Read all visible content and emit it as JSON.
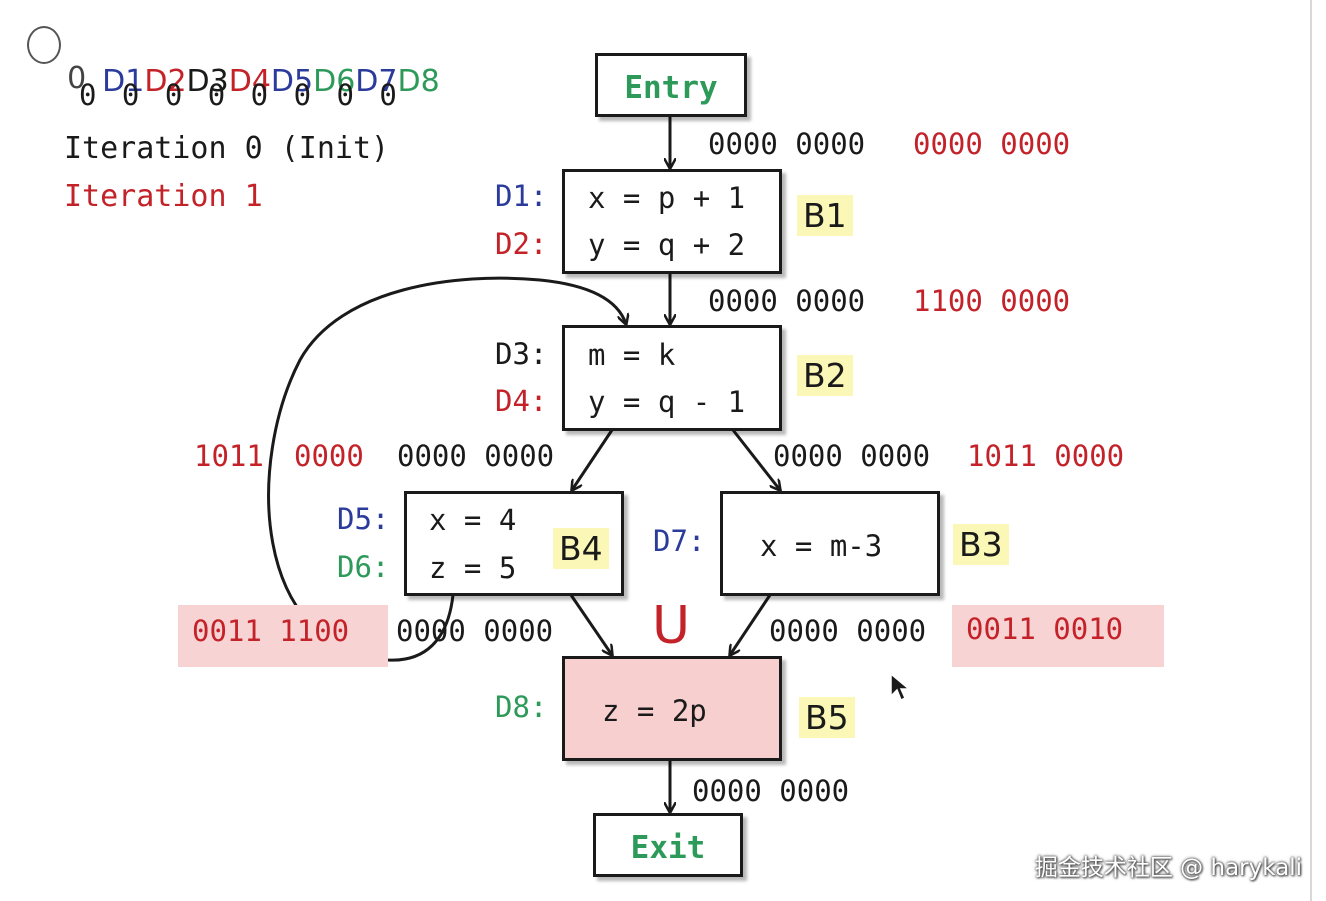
{
  "legend": {
    "circled_zero": "0",
    "defs": [
      {
        "text": "D1",
        "color": "#2b3b9c"
      },
      {
        "text": "D2",
        "color": "#c42229"
      },
      {
        "text": "D3",
        "color": "#1a1a1a"
      },
      {
        "text": "D4",
        "color": "#c42229"
      },
      {
        "text": "D5",
        "color": "#2b3b9c"
      },
      {
        "text": "D6",
        "color": "#2d9a5a"
      },
      {
        "text": "D7",
        "color": "#2b3b9c"
      },
      {
        "text": "D8",
        "color": "#2d9a5a"
      }
    ],
    "init_bits": "0 0 0 0 0 0 0 0",
    "iteration0": "Iteration 0 (Init)",
    "iteration1": "Iteration 1"
  },
  "nodes": {
    "entry": {
      "label": "Entry"
    },
    "exit": {
      "label": "Exit"
    },
    "b1": {
      "name": "B1",
      "defs": [
        "D1:",
        "D2:"
      ],
      "stmts": [
        "x = p + 1",
        "y = q + 2"
      ]
    },
    "b2": {
      "name": "B2",
      "defs": [
        "D3:",
        "D4:"
      ],
      "stmts": [
        "m = k",
        "y = q - 1"
      ]
    },
    "b4": {
      "name": "B4",
      "defs": [
        "D5:",
        "D6:"
      ],
      "stmts": [
        "x = 4",
        "z = 5"
      ]
    },
    "b3": {
      "name": "B3",
      "defs": [
        "D7:"
      ],
      "stmts": [
        "x = m-3"
      ]
    },
    "b5": {
      "name": "B5",
      "defs": [
        "D8:"
      ],
      "stmts": [
        "z = 2p"
      ]
    }
  },
  "bitvectors": {
    "entry_out_old": "0000 0000",
    "entry_out_new": "0000 0000",
    "b1_out_old": "0000 0000",
    "b1_out_new": "1100 0000",
    "b2_left_new": "1011",
    "b2_left_mid": "0000",
    "b2_left_old": "0000 0000",
    "b2_right_old": "0000 0000",
    "b2_right_new": "1011 0000",
    "b4_out_new": "0011 1100",
    "b4_out_old": "0000 0000",
    "b3_out_old": "0000 0000",
    "b3_out_new": "0011 0010",
    "b5_out": "0000 0000"
  },
  "union_symbol": "U",
  "watermark": "掘金技术社区 @ harykali"
}
